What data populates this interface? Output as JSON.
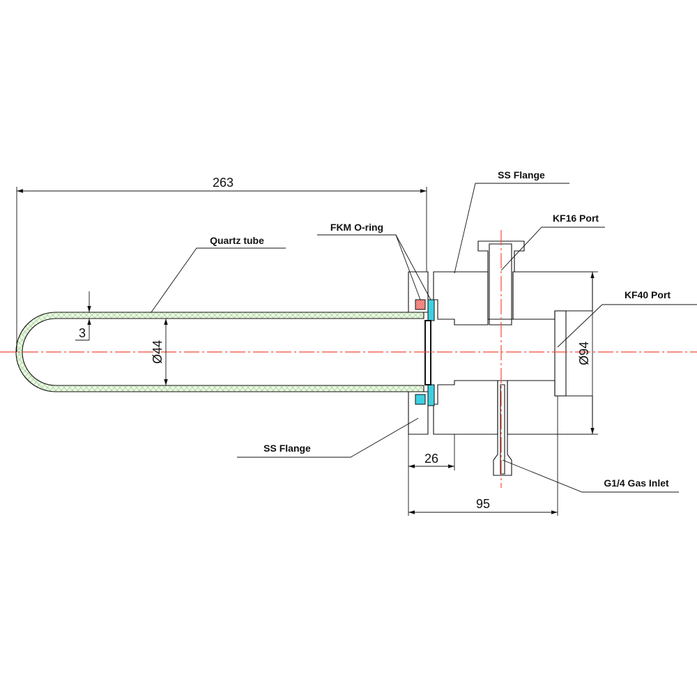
{
  "labels": {
    "quartz_tube": "Quartz tube",
    "fkm_oring": "FKM O-ring",
    "ss_flange_top": "SS Flange",
    "ss_flange_bottom": "SS Flange",
    "kf16_port": "KF16 Port",
    "kf40_port": "KF40 Port",
    "gas_inlet": "G1/4 Gas Inlet"
  },
  "dimensions": {
    "overall_length": "263",
    "tube_diameter": "Ø44",
    "wall_thickness": "3",
    "flange_diameter": "Ø94",
    "flange_thickness": "26",
    "flange_length": "95"
  },
  "colors": {
    "quartz_hatch": "#a8d89a",
    "flange_hatch": "#e6e07a",
    "oring": "#e63a3a",
    "seal": "#3fd0e0",
    "centerline": "#f04a3a"
  }
}
